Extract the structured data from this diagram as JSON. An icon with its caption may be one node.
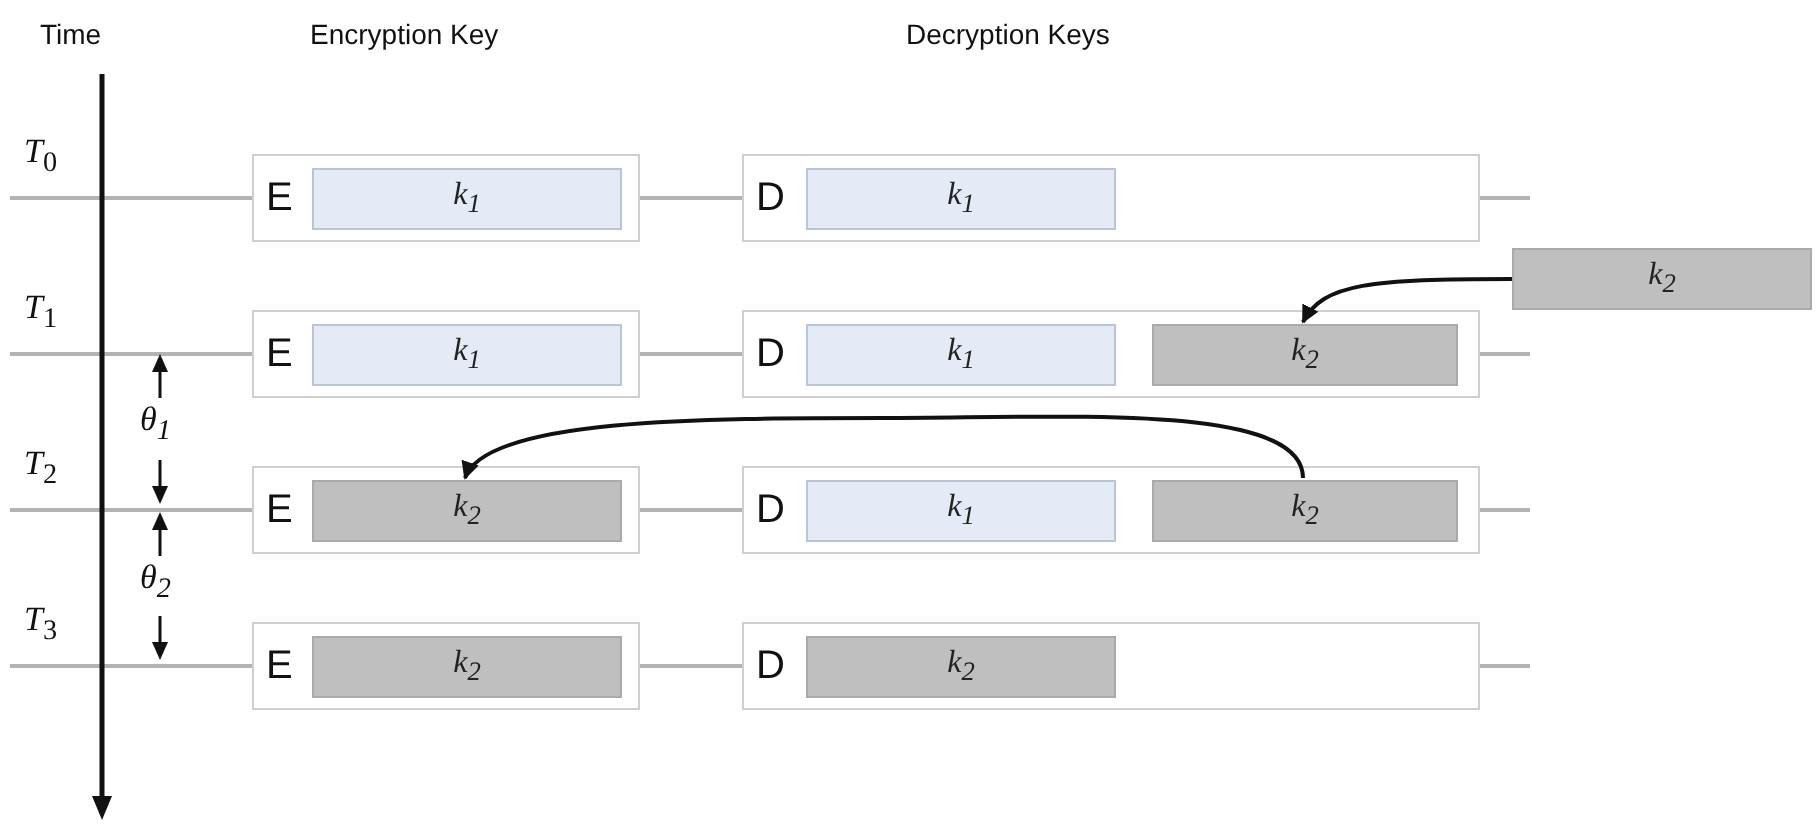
{
  "diagram": {
    "nodes": [
      {
        "text": [
          "E"
        ]
      },
      {
        "text": [
          "k$_{1}$"
        ],
        "in": 0
      },
      {
        "text": [
          "D"
        ]
      },
      {
        "text": [
          "k$_{1}$"
        ],
        "in": 2
      },
      {
        "text": [
          "k$_{2}$"
        ]
      },
      {
        "text": [
          "E"
        ]
      },
      {
        "text": [
          "k$_{1}$"
        ],
        "in": 5
      },
      {
        "text": [
          "D"
        ]
      },
      {
        "text": [
          "k$_{1}$"
        ],
        "in": 7
      },
      {
        "text": [
          "k$_{2}$"
        ],
        "in": 7
      },
      {
        "text": [
          "E"
        ]
      },
      {
        "text": [
          "k$_{2}$"
        ],
        "in": 10
      },
      {
        "text": [
          "D"
        ]
      },
      {
        "text": [
          "k$_{1}$"
        ],
        "in": 12
      },
      {
        "text": [
          "k$_{2}$"
        ],
        "in": 12
      },
      {
        "text": [
          "E"
        ]
      },
      {
        "text": [
          "k$_{2}$"
        ],
        "in": 15
      },
      {
        "text": [
          "D"
        ]
      },
      {
        "text": [
          "k$_{2}$"
        ],
        "in": 17
      }
    ],
    "edges": [
      {
        "from": 0,
        "to": 2,
        "arrow": "none"
      },
      {
        "from": 4,
        "to": 9,
        "arrow": "to",
        "color": "#111111"
      },
      {
        "from": 5,
        "to": 7,
        "arrow": "none"
      },
      {
        "from": 14,
        "to": 11,
        "arrow": "to",
        "color": "#111111"
      },
      {
        "from": 10,
        "to": 12,
        "arrow": "none"
      },
      {
        "from": 15,
        "to": 17,
        "arrow": "none"
      }
    ],
    "labels": [
      "Time",
      "Encryption Key",
      "Decryption Keys",
      "*T*$_{0}$",
      "*T*$_{1}$",
      "θ$_{1}$",
      "*T*$_{2}$",
      "θ$_{2}$",
      "*T*$_{3}$"
    ]
  }
}
